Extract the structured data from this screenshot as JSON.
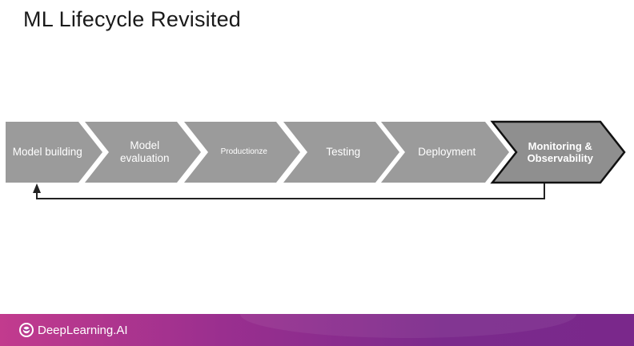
{
  "slide": {
    "title": "ML Lifecycle Revisited"
  },
  "stages": [
    {
      "label": "Model building",
      "highlight": false
    },
    {
      "label": "Model\nevaluation",
      "highlight": false
    },
    {
      "label": "Productionze",
      "highlight": false
    },
    {
      "label": "Testing",
      "highlight": false
    },
    {
      "label": "Deployment",
      "highlight": false
    },
    {
      "label": "Monitoring &\nObservability",
      "highlight": true
    }
  ],
  "colors": {
    "chevron_fill": "#9b9b9b",
    "chevron_highlight_fill": "#8f8f8f",
    "chevron_highlight_border": "#111111",
    "feedback_arrow": "#222222",
    "footer_gradient_start": "#c23b8e",
    "footer_gradient_end": "#7a288b"
  },
  "footer": {
    "brand": "DeepLearning.AI",
    "logo_icon": "deeplearning-ai-logo-icon"
  }
}
